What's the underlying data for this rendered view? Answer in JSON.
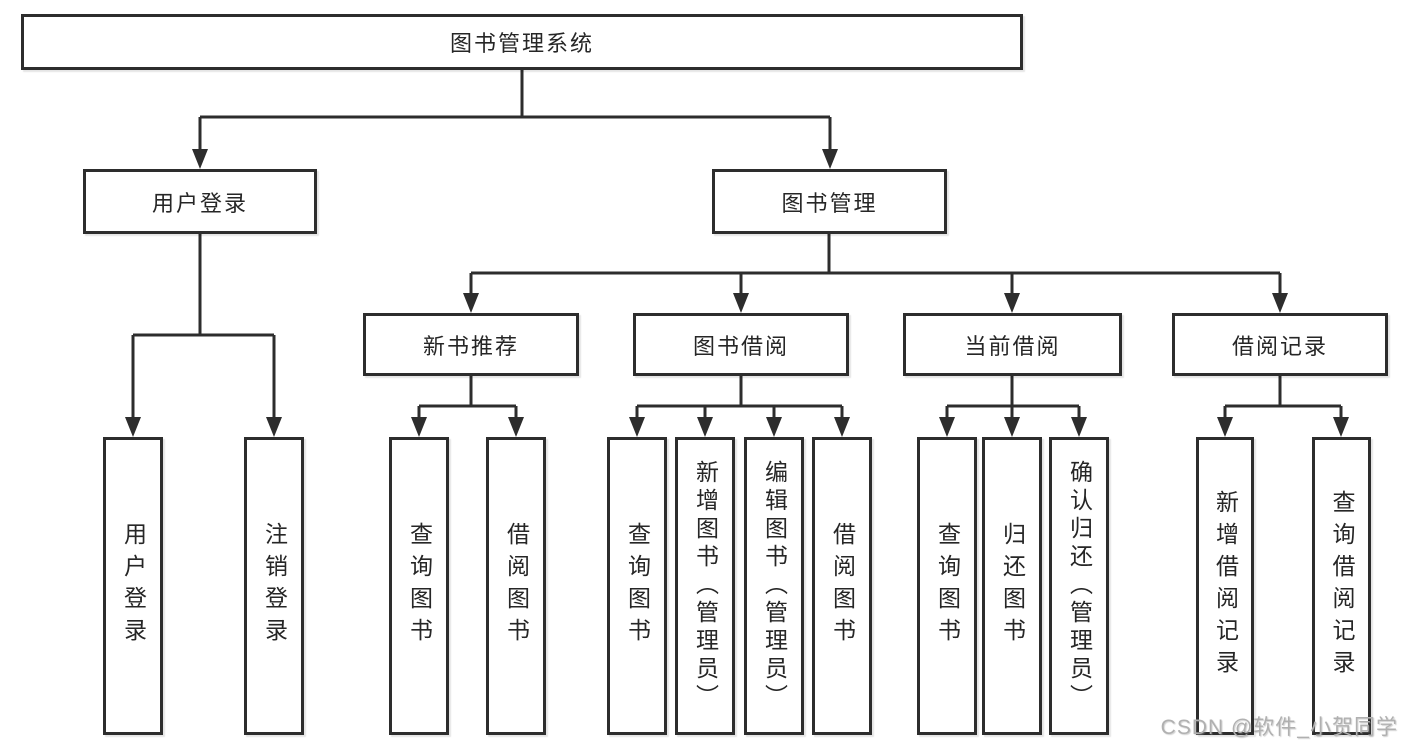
{
  "diagram": {
    "root": {
      "label": "图书管理系统"
    },
    "level2": [
      {
        "label": "用户登录",
        "children": [
          {
            "label": "用户登录"
          },
          {
            "label": "注销登录"
          }
        ]
      },
      {
        "label": "图书管理",
        "children": [
          {
            "label": "新书推荐",
            "children": [
              {
                "label": "查询图书"
              },
              {
                "label": "借阅图书"
              }
            ]
          },
          {
            "label": "图书借阅",
            "children": [
              {
                "label": "查询图书"
              },
              {
                "label": "新增图书（管理员）"
              },
              {
                "label": "编辑图书（管理员）"
              },
              {
                "label": "借阅图书"
              }
            ]
          },
          {
            "label": "当前借阅",
            "children": [
              {
                "label": "查询图书"
              },
              {
                "label": "归还图书"
              },
              {
                "label": "确认归还（管理员）"
              }
            ]
          },
          {
            "label": "借阅记录",
            "children": [
              {
                "label": "新增借阅记录"
              },
              {
                "label": "查询借阅记录"
              }
            ]
          }
        ]
      }
    ]
  },
  "watermark": {
    "text": "CSDN @软件_小贺同学"
  },
  "colors": {
    "line": "#2d2d2d",
    "box_border": "#2d2d2d",
    "text": "#262626",
    "watermark": "#b0b0b0",
    "background": "#ffffff"
  }
}
